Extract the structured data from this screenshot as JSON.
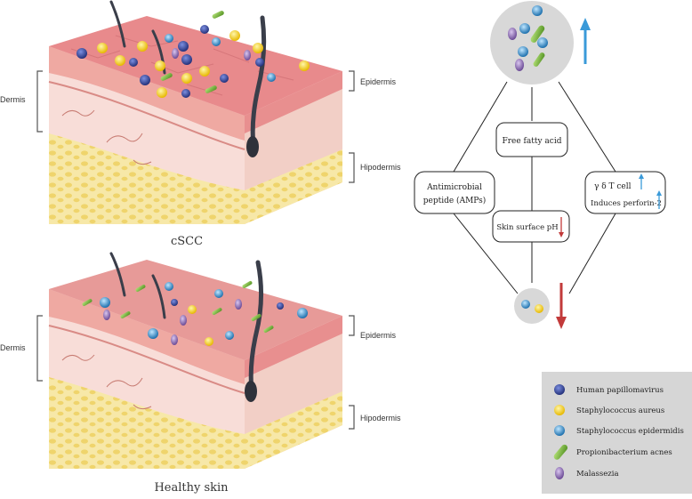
{
  "blocks": [
    {
      "id": "cscc",
      "caption": "cSCC",
      "left_label": "Dermis",
      "right_top_label": "Epidermis",
      "right_bottom_label": "Hipodermis"
    },
    {
      "id": "healthy",
      "caption": "Healthy skin",
      "left_label": "Dermis",
      "right_top_label": "Epidermis",
      "right_bottom_label": "Hipodermis"
    }
  ],
  "diagram": {
    "top_trend": "increase",
    "bottom_trend": "decrease",
    "nodes": [
      {
        "key": "ffa",
        "label": "Free fatty acid"
      },
      {
        "key": "amp",
        "line1": "Antimicrobial",
        "line2": "peptide (AMPs)"
      },
      {
        "key": "ph",
        "label": "Skin surface pH",
        "trend": "decrease"
      },
      {
        "key": "gdt",
        "line1": "γ  δ T cell",
        "line2": "Induces perforin-2",
        "trend": "increase"
      }
    ]
  },
  "legend": {
    "items": [
      {
        "icon": "hpv-icon",
        "label": "Human papillomavirus"
      },
      {
        "icon": "staph-aureus-icon",
        "label": "Staphylococcus aureus"
      },
      {
        "icon": "staph-epidermidis-icon",
        "label": "Staphylococcus epidermidis"
      },
      {
        "icon": "p-acnes-icon",
        "label": "Propionibacterium acnes"
      },
      {
        "icon": "malassezia-icon",
        "label": "Malassezia"
      }
    ]
  },
  "colors": {
    "up_arrow": "#3a9ad9",
    "down_arrow": "#c23a3a",
    "legend_bg": "#d6d6d6",
    "hpv": "#3a4fa8",
    "staph_aureus": "#f4d21a",
    "staph_epidermidis": "#2e8fcf",
    "p_acnes": "#7bc043",
    "malassezia": "#8e6bb5",
    "skin_top": "#e6878a",
    "epidermis": "#efa9a2",
    "dermis": "#f8ddd8",
    "hypodermis": "#f5e39c"
  }
}
